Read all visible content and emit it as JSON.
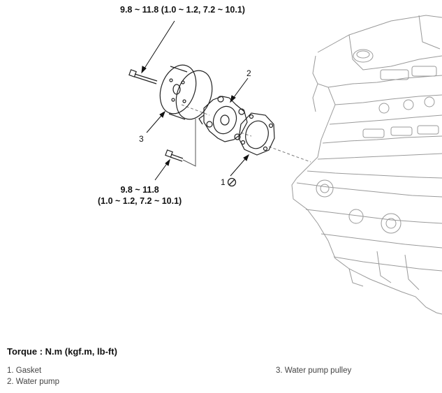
{
  "diagram": {
    "torque_top": "9.8 ~ 11.8 (1.0 ~ 1.2, 7.2 ~ 10.1)",
    "torque_bottom_line1": "9.8 ~ 11.8",
    "torque_bottom_line2": "(1.0 ~ 1.2, 7.2 ~ 10.1)",
    "callout_1": "1",
    "callout_2": "2",
    "callout_3": "3",
    "no_reuse_icon": "circle-slash-icon"
  },
  "legend": {
    "title": "Torque : N.m (kgf.m, lb-ft)",
    "items": [
      "1. Gasket",
      "2. Water pump",
      "3. Water pump pulley"
    ]
  }
}
